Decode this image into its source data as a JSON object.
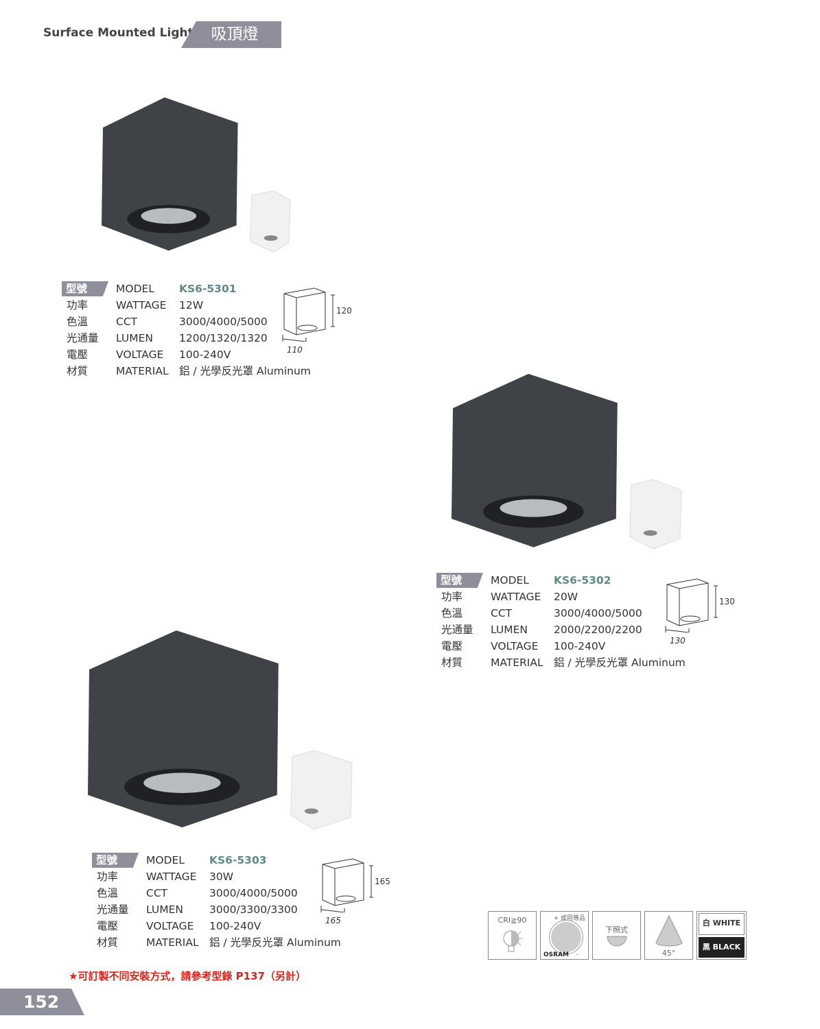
{
  "header": {
    "title_en": "Surface Mounted Light",
    "title_zh": "吸頂燈"
  },
  "labels": {
    "model_zh": "型號",
    "model_en": "MODEL",
    "rows": [
      {
        "zh": "功率",
        "en": "WATTAGE"
      },
      {
        "zh": "色溫",
        "en": "CCT"
      },
      {
        "zh": "光通量",
        "en": "LUMEN"
      },
      {
        "zh": "電壓",
        "en": "VOLTAGE"
      },
      {
        "zh": "材質",
        "en": "MATERIAL"
      }
    ]
  },
  "products": [
    {
      "model": "KS6-5301",
      "values": [
        "12W",
        "3000/4000/5000",
        "1200/1320/1320",
        "100-240V",
        "鋁 / 光學反光罩 Aluminum"
      ],
      "height_dim": "120",
      "width_dim": "110"
    },
    {
      "model": "KS6-5302",
      "values": [
        "20W",
        "3000/4000/5000",
        "2000/2200/2200",
        "100-240V",
        "鋁 / 光學反光罩 Aluminum"
      ],
      "height_dim": "130",
      "width_dim": "130"
    },
    {
      "model": "KS6-5303",
      "values": [
        "30W",
        "3000/4000/5000",
        "3000/3300/3300",
        "100-240V",
        "鋁 / 光學反光罩 Aluminum"
      ],
      "height_dim": "165",
      "width_dim": "165"
    }
  ],
  "note": "★可訂製不同安裝方式，請參考型錄 P137（另計）",
  "page_number": "152",
  "feature_icons": {
    "cri": "CRI≧90",
    "led_equiv": "+ 或同等品",
    "led_brand": "OSRAM",
    "led_minus": "-",
    "mount": "下照式",
    "beam": "45°",
    "white": "白 WHITE",
    "black": "黑 BLACK"
  }
}
